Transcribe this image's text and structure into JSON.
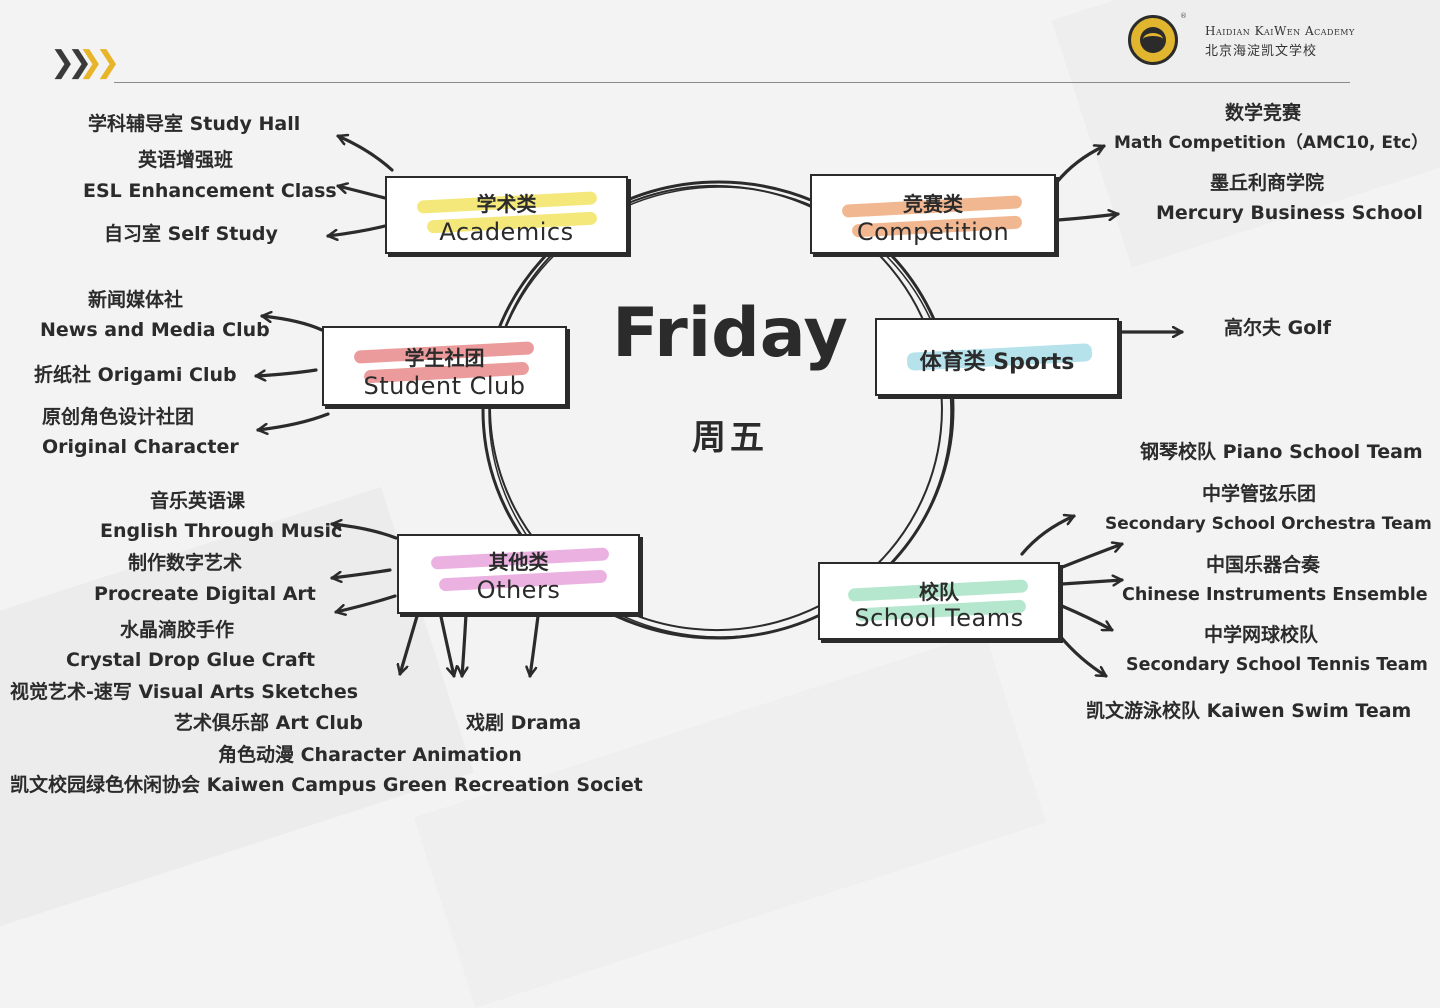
{
  "header": {
    "school_name": "Haidian KaiWen Academy",
    "school_name_cn": "北京海淀凯文学校",
    "registered_mark": "®"
  },
  "center": {
    "day": "Friday",
    "day_cn": "周五"
  },
  "categories": {
    "academics": {
      "cn": "学术类",
      "en": "Academics",
      "accent": "#f2e463"
    },
    "competition": {
      "cn": "竞赛类",
      "en": "Competition",
      "accent": "#efaa7e"
    },
    "sports": {
      "label": "体育类 Sports",
      "accent": "#a9dde9"
    },
    "club": {
      "cn": "学生社团",
      "en": "Student Club",
      "accent": "#e88a8a"
    },
    "others": {
      "cn": "其他类",
      "en": "Others",
      "accent": "#e7a3dc"
    },
    "teams": {
      "cn": "校队",
      "en": "School Teams",
      "accent": "#a7e3c5"
    }
  },
  "items": {
    "study_hall": "学科辅导室 Study Hall",
    "esl_cn": "英语增强班",
    "esl_en": "ESL Enhancement Class",
    "self_study": "自习室 Self Study",
    "news_cn": "新闻媒体社",
    "news_en": "News and Media Club",
    "origami": "折纸社 Origami Club",
    "original_cn": "原创角色设计社团",
    "original_en": "Original Character",
    "music_cn": "音乐英语课",
    "music_en": "English Through Music",
    "digital_cn": "制作数字艺术",
    "digital_en": "Procreate Digital Art",
    "crystal_cn": "水晶滴胶手作",
    "crystal_en": "Crystal Drop Glue Craft",
    "sketch": "视觉艺术-速写 Visual Arts Sketches",
    "art_club": "艺术俱乐部 Art Club",
    "drama": "戏剧 Drama",
    "animation": "角色动漫 Character Animation",
    "green": "凯文校园绿色休闲协会 Kaiwen Campus Green Recreation Societ",
    "math_cn": "数学竞赛",
    "math_en": "Math Competition（AMC10, Etc）",
    "mercury_cn": "墨丘利商学院",
    "mercury_en": "Mercury Business School",
    "golf": "高尔夫 Golf",
    "piano": "钢琴校队 Piano School Team",
    "orchestra_cn": "中学管弦乐团",
    "orchestra_en": "Secondary School Orchestra Team",
    "chinese_cn": "中国乐器合奏",
    "chinese_en": "Chinese Instruments Ensemble",
    "tennis_cn": "中学网球校队",
    "tennis_en": "Secondary School Tennis Team",
    "swim": "凯文游泳校队 Kaiwen Swim Team"
  },
  "colors": {
    "ink": "#2b2b2b",
    "chevron_dark": "#3a3a3a",
    "chevron_gold": "#e8b52a"
  }
}
